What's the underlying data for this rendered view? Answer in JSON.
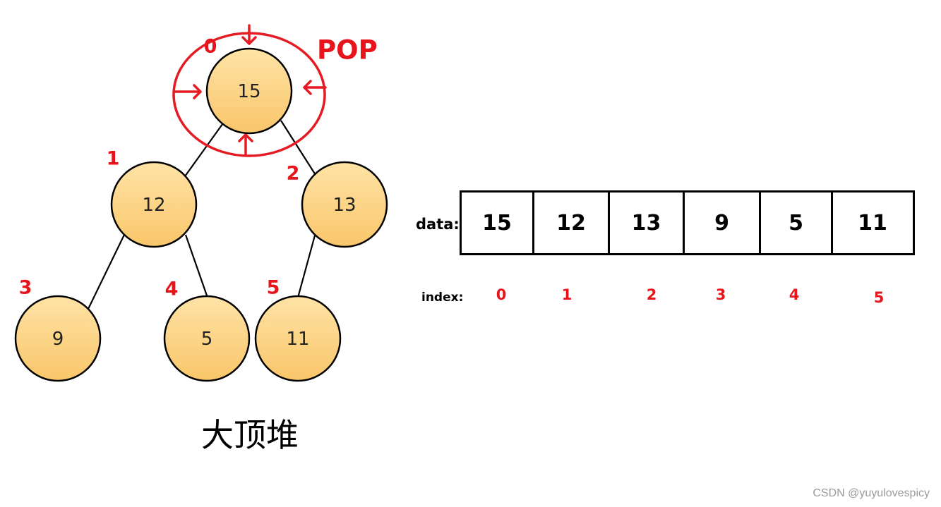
{
  "tree": {
    "nodes": [
      {
        "value": "15",
        "index": "0"
      },
      {
        "value": "12",
        "index": "1"
      },
      {
        "value": "13",
        "index": "2"
      },
      {
        "value": "9",
        "index": "3"
      },
      {
        "value": "5",
        "index": "4"
      },
      {
        "value": "11",
        "index": "5"
      }
    ],
    "pop_label": "POP",
    "caption": "大顶堆"
  },
  "array": {
    "data_label": "data:",
    "index_label": "index:",
    "cells": [
      "15",
      "12",
      "13",
      "9",
      "5",
      "11"
    ],
    "indices": [
      "0",
      "1",
      "2",
      "3",
      "4",
      "5"
    ]
  },
  "watermark": "CSDN @yuyulovespicy",
  "colors": {
    "node_fill_top": "#ffe3a6",
    "node_fill_bottom": "#f9c66a",
    "highlight_red": "#e51b23"
  }
}
